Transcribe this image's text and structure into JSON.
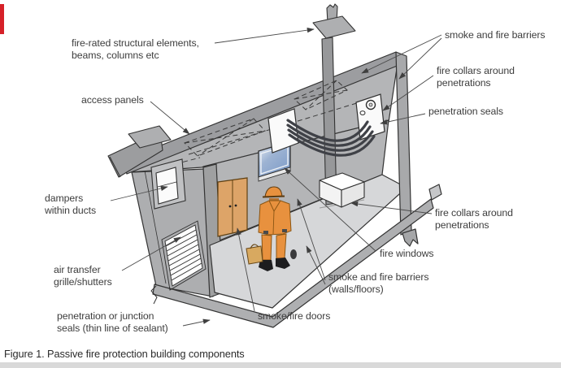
{
  "diagram": {
    "caption": "Figure 1. Passive fire protection building components",
    "labels": {
      "fire_rated": {
        "line1": "fire-rated structural elements,",
        "line2": "beams, columns etc"
      },
      "access_panels": {
        "line1": "access panels"
      },
      "smoke_fire_barriers_top": {
        "line1": "smoke and fire barriers"
      },
      "fire_collars_top": {
        "line1": "fire collars around",
        "line2": "penetrations"
      },
      "penetration_seals": {
        "line1": "penetration seals"
      },
      "dampers_within_ducts": {
        "line1": "dampers",
        "line2": "within ducts"
      },
      "fire_collars_bottom": {
        "line1": "fire collars around",
        "line2": "penetrations"
      },
      "fire_windows": {
        "line1": "fire windows"
      },
      "smoke_fire_barriers_walls_floors": {
        "line1": "smoke and fire barriers",
        "line2": "(walls/floors)"
      },
      "air_transfer_grille": {
        "line1": "air transfer",
        "line2": "grille/shutters"
      },
      "penetration_junction_seals": {
        "line1": "penetration or junction",
        "line2": "seals (thin line of sealant)"
      },
      "smoke_fire_doors": {
        "line1": "smoke/fire doors"
      }
    },
    "colors": {
      "accent_bar": "#d62128",
      "wall_gray": "#b4b5b7",
      "floor_gray": "#d6d7d9",
      "door_wood": "#dda468",
      "window_blue": "#7e9cc8",
      "worker_orange": "#e8913e",
      "cable_dark": "#3f4147",
      "leader_line": "#4a4a4a"
    }
  }
}
